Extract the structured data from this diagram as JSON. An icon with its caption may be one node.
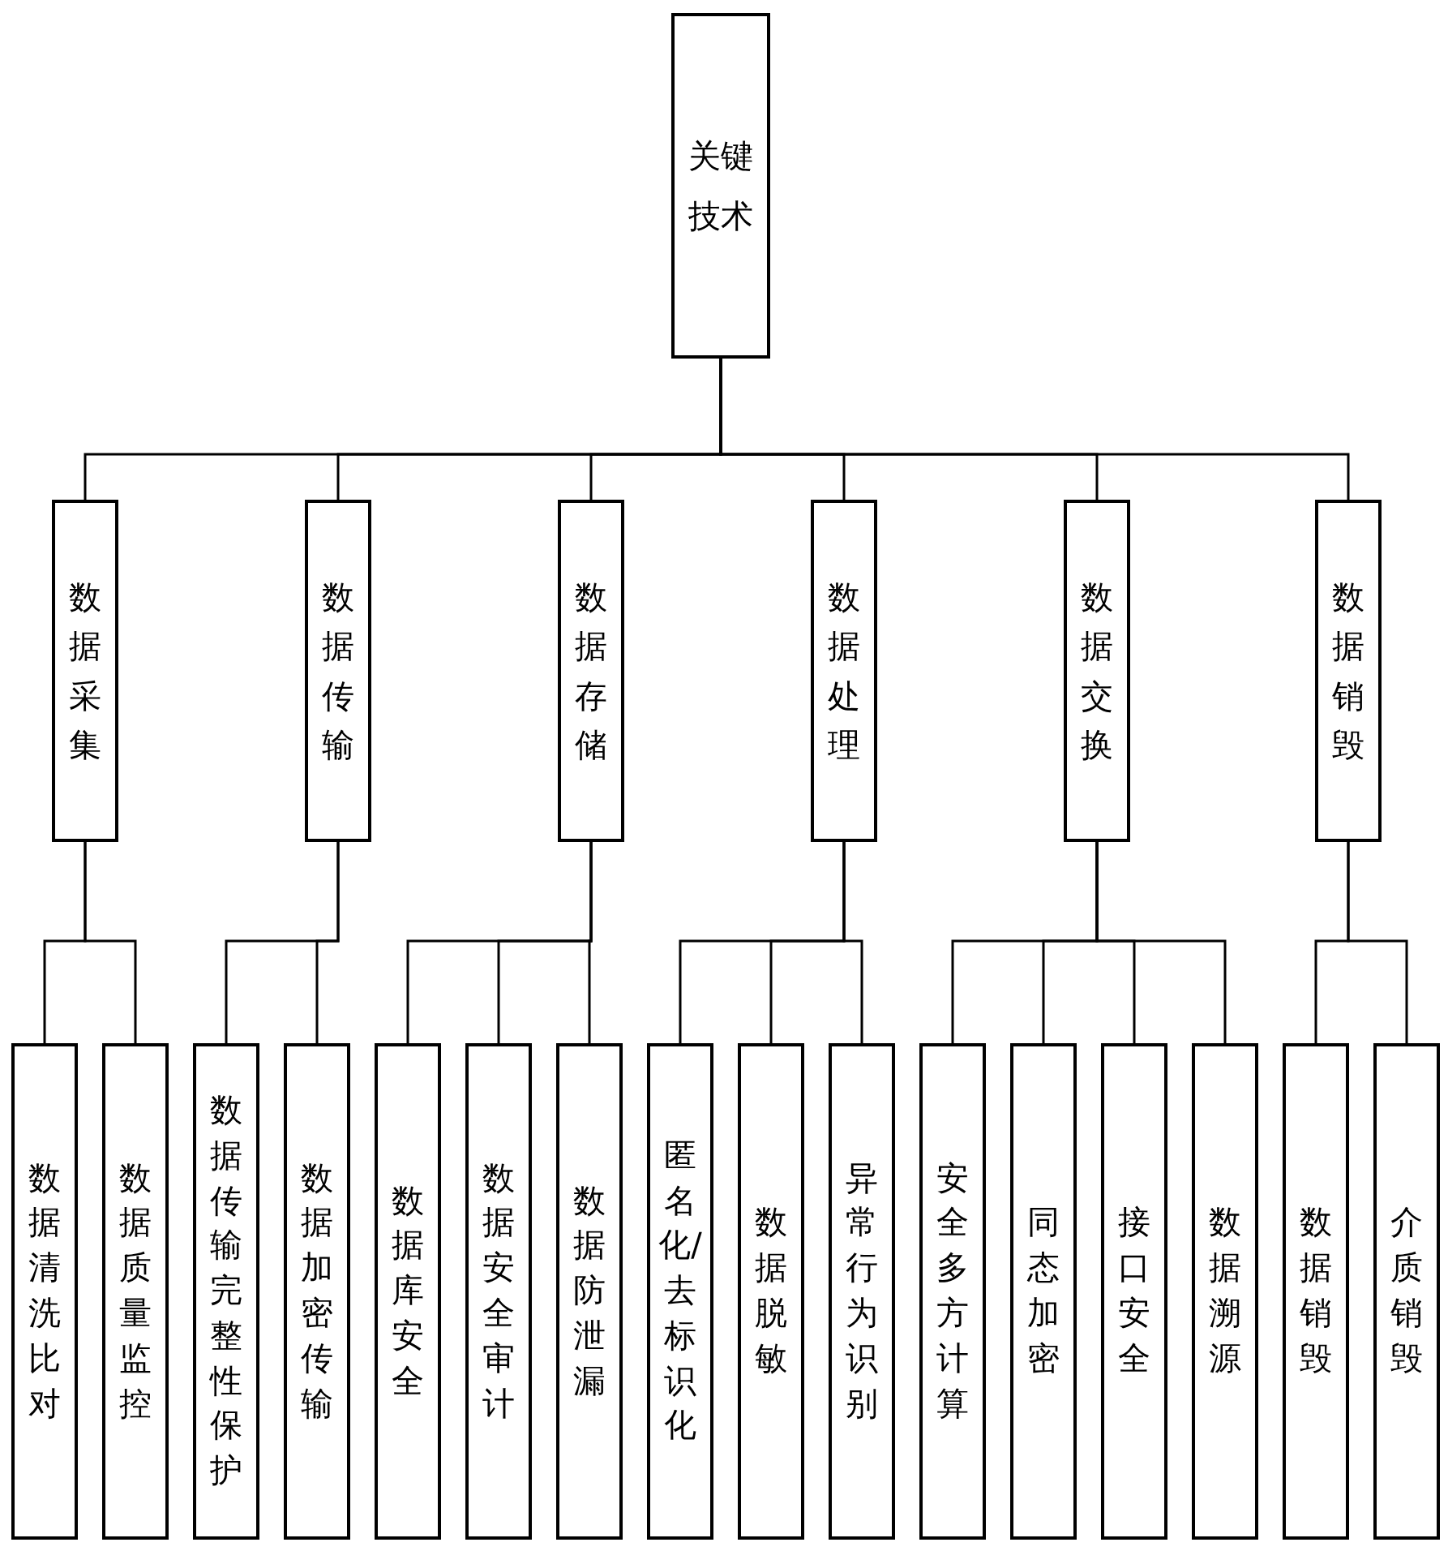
{
  "diagram": {
    "nodes": [
      {
        "text": [
          "关键技术"
        ]
      },
      {
        "text": [
          "数据采集"
        ]
      },
      {
        "text": [
          "数据传输"
        ]
      },
      {
        "text": [
          "数据存储"
        ]
      },
      {
        "text": [
          "数据处理"
        ]
      },
      {
        "text": [
          "数据交换"
        ]
      },
      {
        "text": [
          "数据销毁"
        ]
      },
      {
        "text": [
          "数据清洗比对"
        ]
      },
      {
        "text": [
          "数据质量监控"
        ]
      },
      {
        "text": [
          "数据传输完整性保护"
        ]
      },
      {
        "text": [
          "数据加密传输"
        ]
      },
      {
        "text": [
          "数据库安全"
        ]
      },
      {
        "text": [
          "数据安全审计"
        ]
      },
      {
        "text": [
          "数据防泄漏"
        ]
      },
      {
        "text": [
          "匿名化/去标识化"
        ]
      },
      {
        "text": [
          "数据脱敏"
        ]
      },
      {
        "text": [
          "异常行为识别"
        ]
      },
      {
        "text": [
          "安全多方计算"
        ]
      },
      {
        "text": [
          "同态加密"
        ]
      },
      {
        "text": [
          "接口安全"
        ]
      },
      {
        "text": [
          "数据溯源"
        ]
      },
      {
        "text": [
          "数据销毁"
        ]
      },
      {
        "text": [
          "介质销毁"
        ]
      }
    ],
    "edges": [
      {
        "from": 0,
        "to": 1,
        "arrow": "none"
      },
      {
        "from": 0,
        "to": 2,
        "arrow": "none"
      },
      {
        "from": 0,
        "to": 3,
        "arrow": "none"
      },
      {
        "from": 0,
        "to": 4,
        "arrow": "none"
      },
      {
        "from": 0,
        "to": 5,
        "arrow": "none"
      },
      {
        "from": 0,
        "to": 6,
        "arrow": "none"
      },
      {
        "from": 1,
        "to": 7,
        "arrow": "none"
      },
      {
        "from": 1,
        "to": 8,
        "arrow": "none"
      },
      {
        "from": 2,
        "to": 9,
        "arrow": "none"
      },
      {
        "from": 2,
        "to": 10,
        "arrow": "none"
      },
      {
        "from": 3,
        "to": 11,
        "arrow": "none"
      },
      {
        "from": 3,
        "to": 12,
        "arrow": "none"
      },
      {
        "from": 3,
        "to": 13,
        "arrow": "none"
      },
      {
        "from": 4,
        "to": 14,
        "arrow": "none"
      },
      {
        "from": 4,
        "to": 15,
        "arrow": "none"
      },
      {
        "from": 4,
        "to": 16,
        "arrow": "none"
      },
      {
        "from": 5,
        "to": 17,
        "arrow": "none"
      },
      {
        "from": 5,
        "to": 18,
        "arrow": "none"
      },
      {
        "from": 5,
        "to": 19,
        "arrow": "none"
      },
      {
        "from": 5,
        "to": 20,
        "arrow": "none"
      },
      {
        "from": 6,
        "to": 21,
        "arrow": "none"
      },
      {
        "from": 6,
        "to": 22,
        "arrow": "none"
      }
    ]
  }
}
